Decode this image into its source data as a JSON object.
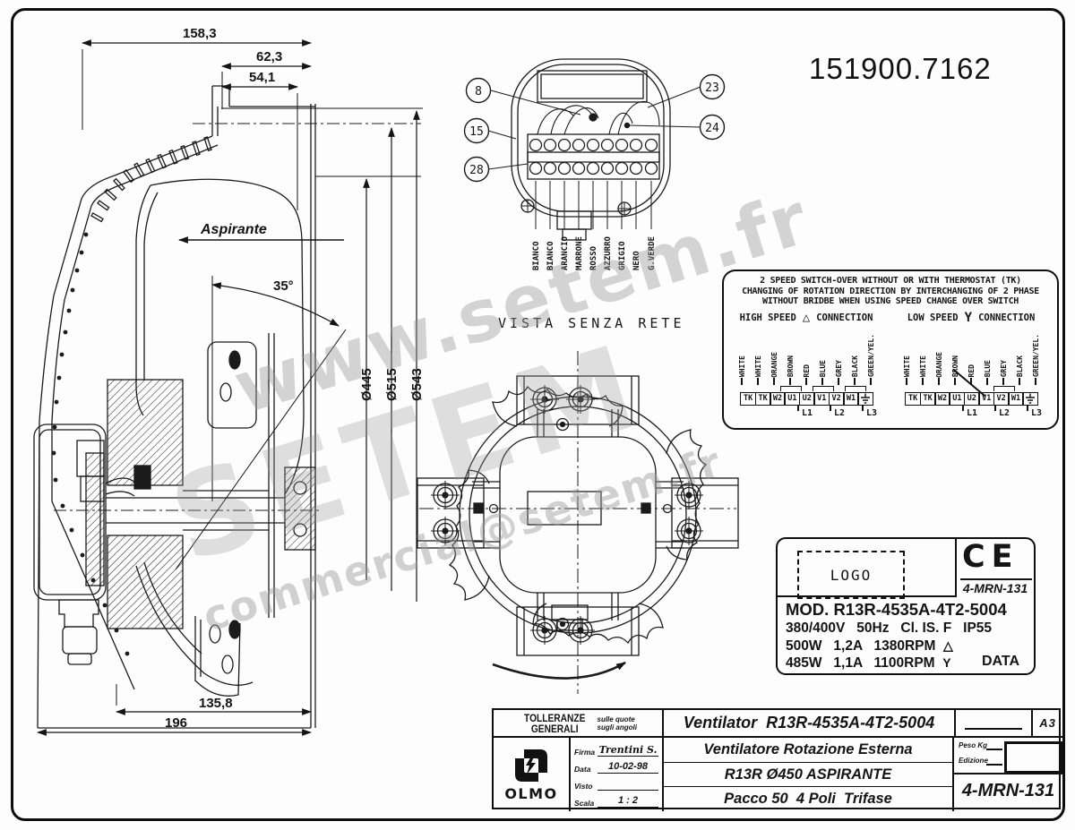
{
  "part_number": "151900.7162",
  "watermark": {
    "url": "www.setem.fr",
    "brand": "SETEM",
    "email": "commercial@setem.fr"
  },
  "side_view": {
    "flow_label": "Aspirante",
    "dims": {
      "overall": "158,3",
      "hub": "62,3",
      "flange": "54,1",
      "angle": "35°",
      "dia_inner": "Ø445",
      "dia_mid": "Ø515",
      "dia_outer": "Ø543",
      "foot": "135,8",
      "base": "196"
    }
  },
  "terminal_detail": {
    "callouts": [
      "8",
      "15",
      "28",
      "23",
      "24"
    ],
    "wire_labels": [
      "BIANCO",
      "BIANCO",
      "ARANCIO",
      "MARRONE",
      "ROSSO",
      "AZZURRO",
      "GRIGIO",
      "NERO",
      "G.VERDE"
    ]
  },
  "rear_view": {
    "caption": "VISTA SENZA RETE"
  },
  "connection_box": {
    "line1": "2 SPEED SWITCH-OVER WITHOUT OR WITH THERMOSTAT (TK)",
    "line2": "CHANGING OF ROTATION DIRECTION BY INTERCHANGING OF 2 PHASE",
    "line3": "WITHOUT BRIDBE WHEN USING SPEED CHANGE OVER SWITCH",
    "high_label": "HIGH SPEED",
    "high_symbol": "△",
    "low_label": "LOW SPEED",
    "low_symbol": "Y",
    "connection_label": "CONNECTION",
    "wire_colors": [
      "WHITE",
      "WHITE",
      "ORANGE",
      "BROWN",
      "RED",
      "BLUE",
      "GREY",
      "BLACK",
      "GREEN/YEL."
    ],
    "terminals": [
      "TK",
      "TK",
      "W2",
      "U1",
      "U2",
      "V1",
      "V2",
      "W1"
    ],
    "phases": [
      "L1",
      "L2",
      "L3"
    ]
  },
  "nameplate": {
    "logo_label": "LOGO",
    "ce_mark": "CE",
    "code": "4-MRN-131",
    "mod": "MOD. R13R-4535A-4T2-5004",
    "electrical": "380/400V   50Hz   Cl. IS. F   IP55",
    "high_row": "500W   1,2A   1380RPM  ",
    "high_symbol": "△",
    "low_row": "485W   1,1A   1100RPM  ",
    "low_symbol": "Y",
    "data_label": "DATA"
  },
  "title_block": {
    "tolleranze_line1": "TOLLERANZE",
    "tolleranze_line2": "GENERALI",
    "tolleranze_note1": "sulle quote",
    "tolleranze_note2": "sugli angoli",
    "title": "Ventilator  R13R-4535A-4T2-5004",
    "sheet_format": "A3",
    "logo_text": "OLMO",
    "firma_label": "Firma",
    "firma_value": "Trentini S.",
    "data_label": "Data",
    "data_value": "10-02-98",
    "visto_label": "Visto",
    "visto_value": " ",
    "scala_label": "Scala",
    "scala_value": "1 : 2",
    "desc1": "Ventilatore Rotazione Esterna",
    "desc2": "R13R Ø450 ASPIRANTE",
    "desc3": "Pacco 50  4 Poli  Trifase",
    "peso_label": "Peso Kg",
    "edizione_label": "Edizione",
    "code": "4-MRN-131"
  }
}
